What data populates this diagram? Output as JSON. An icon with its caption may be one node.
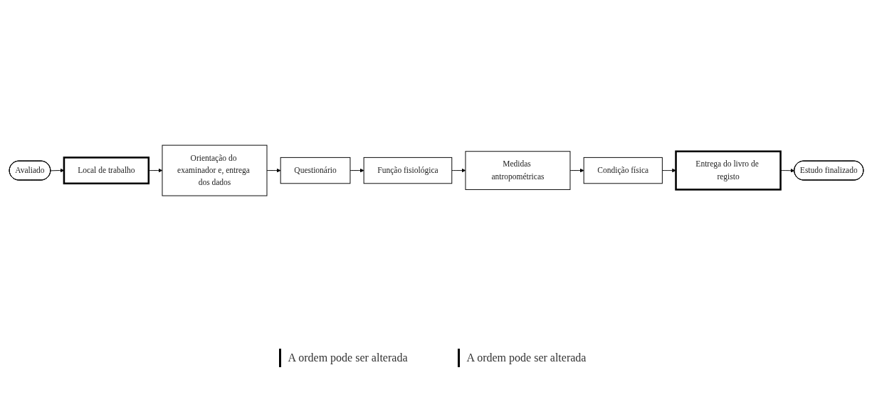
{
  "diagram": {
    "nodes": [
      {
        "text": [
          "Avaliado"
        ]
      },
      {
        "text": [
          "Local de trabalho"
        ]
      },
      {
        "text": [
          "Orientação do examinador e, entrega dos dados"
        ]
      },
      {
        "text": [
          "Questionário"
        ]
      },
      {
        "text": [
          "Função fisiológica"
        ]
      },
      {
        "text": [
          "Medidas antropométricas"
        ]
      },
      {
        "text": [
          "Condição física"
        ]
      },
      {
        "text": [
          "Entrega do livro de registo"
        ]
      },
      {
        "text": [
          "Estudo finalizado"
        ]
      }
    ],
    "edges": [
      {
        "from": 0,
        "to": 1,
        "arrow": "to"
      },
      {
        "from": 1,
        "to": 2,
        "arrow": "to"
      },
      {
        "from": 2,
        "to": 3,
        "arrow": "to"
      },
      {
        "from": 3,
        "to": 4,
        "arrow": "to"
      },
      {
        "from": 4,
        "to": 5,
        "arrow": "to"
      },
      {
        "from": 5,
        "to": 6,
        "arrow": "to"
      },
      {
        "from": 6,
        "to": 7,
        "arrow": "to"
      },
      {
        "from": 7,
        "to": 8,
        "arrow": "to"
      }
    ],
    "labels": [
      "A ordem pode ser alterada",
      "A ordem pode ser alterada"
    ]
  }
}
